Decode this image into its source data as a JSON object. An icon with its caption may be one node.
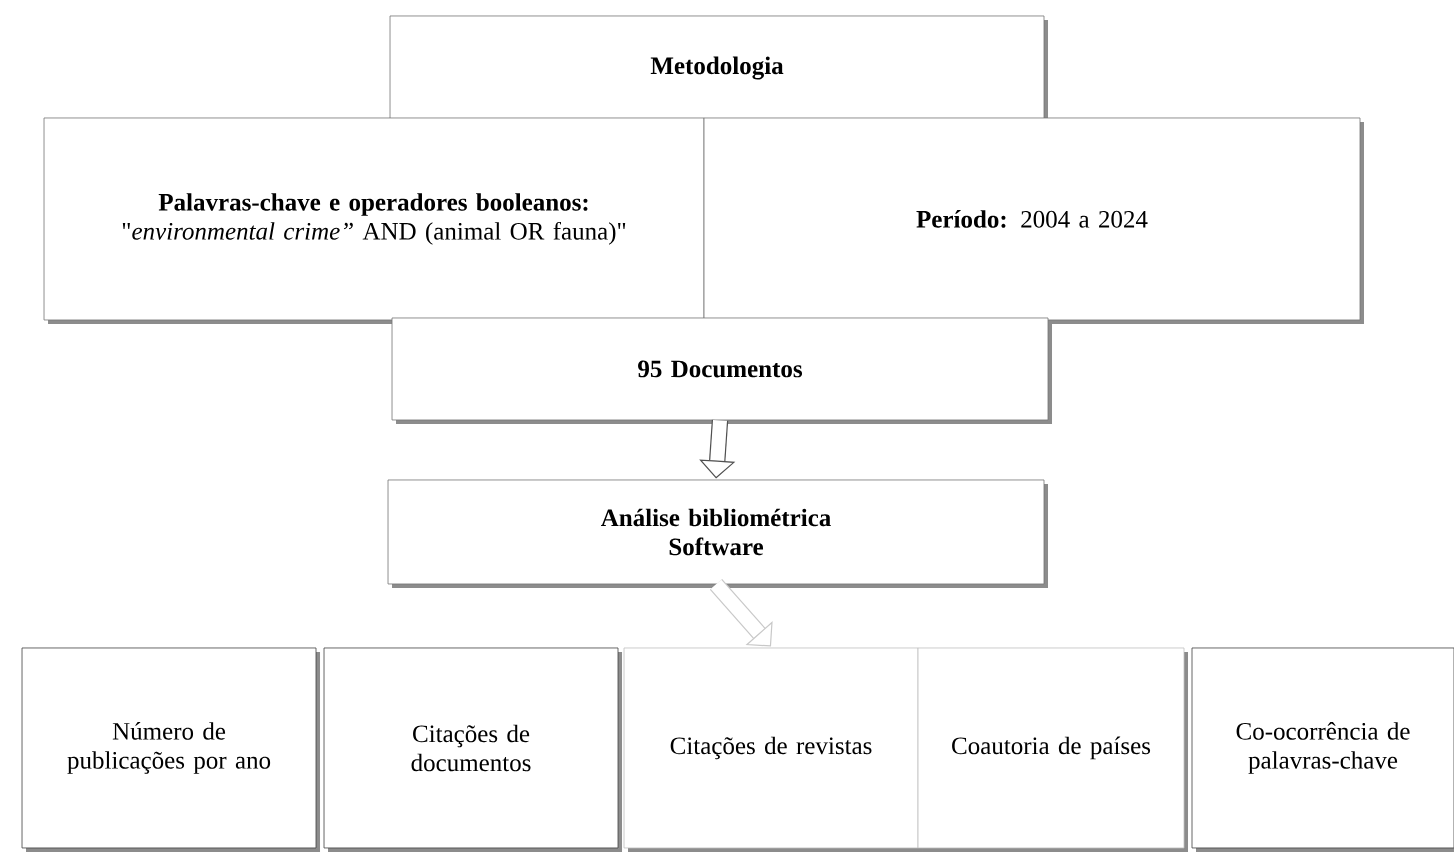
{
  "diagram": {
    "nodes": [
      {
        "text": [
          "Metodologia"
        ]
      },
      {
        "text": [
          "**Palavras-chave e operadores booleanos:** \"*environmental crime”* AND (animal OR fauna)\""
        ]
      },
      {
        "text": [
          "**Período:** 2004 a 2024"
        ]
      },
      {
        "text": [
          "95 Documentos"
        ]
      },
      {
        "text": [
          "Análise bibliométrica Software"
        ]
      },
      {
        "text": [
          "Número de publicações por ano"
        ]
      },
      {
        "text": [
          "Citações de documentos"
        ]
      },
      {
        "text": [
          "Citações de revistas"
        ]
      },
      {
        "text": [
          "Coautoria de países"
        ]
      },
      {
        "text": [
          "Co-ocorrência de palavras-chave"
        ]
      }
    ],
    "edges": [
      {
        "from": 3,
        "to": 4,
        "arrow": "to"
      },
      {
        "from": 4,
        "to": 7,
        "arrow": "to",
        "color": "#c8c8c8"
      }
    ]
  }
}
